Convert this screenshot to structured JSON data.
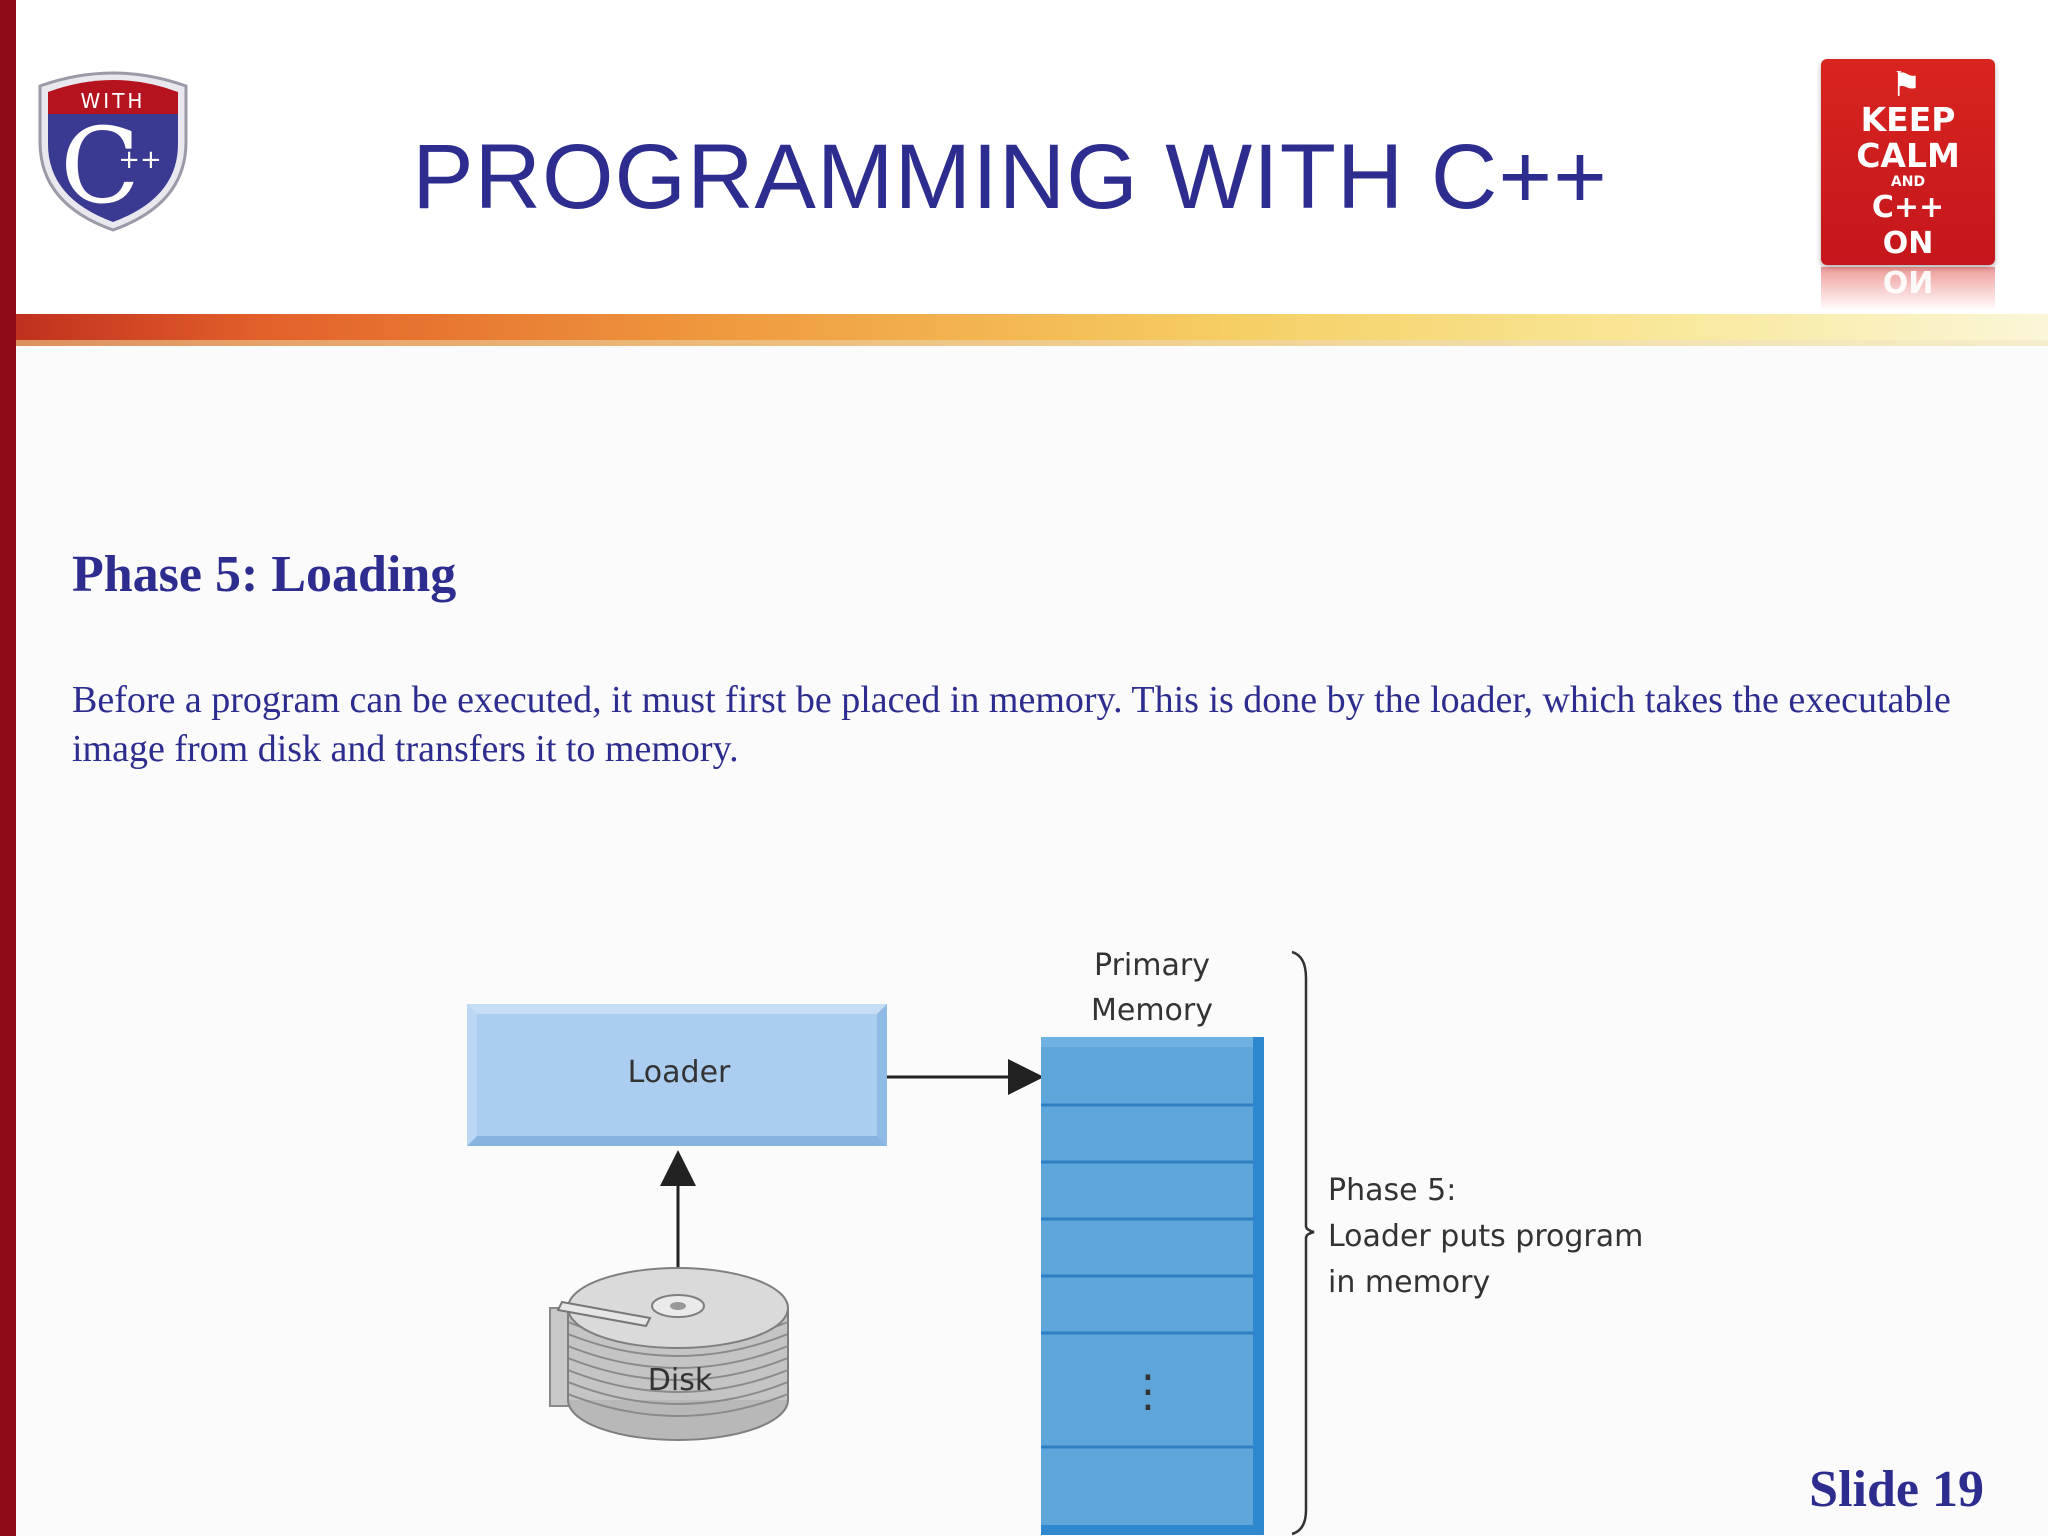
{
  "header": {
    "title": "PROGRAMMING WITH C++",
    "logo": {
      "top_text": "WITH",
      "letter": "C",
      "suffix": "++"
    },
    "badge": {
      "line1": "KEEP",
      "line2": "CALM",
      "line3": "AND",
      "line4": "C++",
      "line5": "ON",
      "reflection": "ON"
    }
  },
  "content": {
    "heading": "Phase 5: Loading",
    "paragraph": "Before a program can be executed, it must first be placed in memory. This is done by the loader, which takes the executable image from disk and transfers it to memory."
  },
  "diagram": {
    "loader_label": "Loader",
    "disk_label": "Disk",
    "memory_label_line1": "Primary",
    "memory_label_line2": "Memory",
    "memory_ellipsis": "⋮",
    "phase_line1": "Phase 5:",
    "phase_line2": "Loader puts program",
    "phase_line3": "in memory"
  },
  "footer": {
    "slide_number": "Slide 19"
  },
  "colors": {
    "title": "#2d2d8f",
    "left_bar": "#8b0a14",
    "badge": "#c4161c",
    "loader_box": "#abcdf0",
    "memory_box": "#5ea6da"
  }
}
